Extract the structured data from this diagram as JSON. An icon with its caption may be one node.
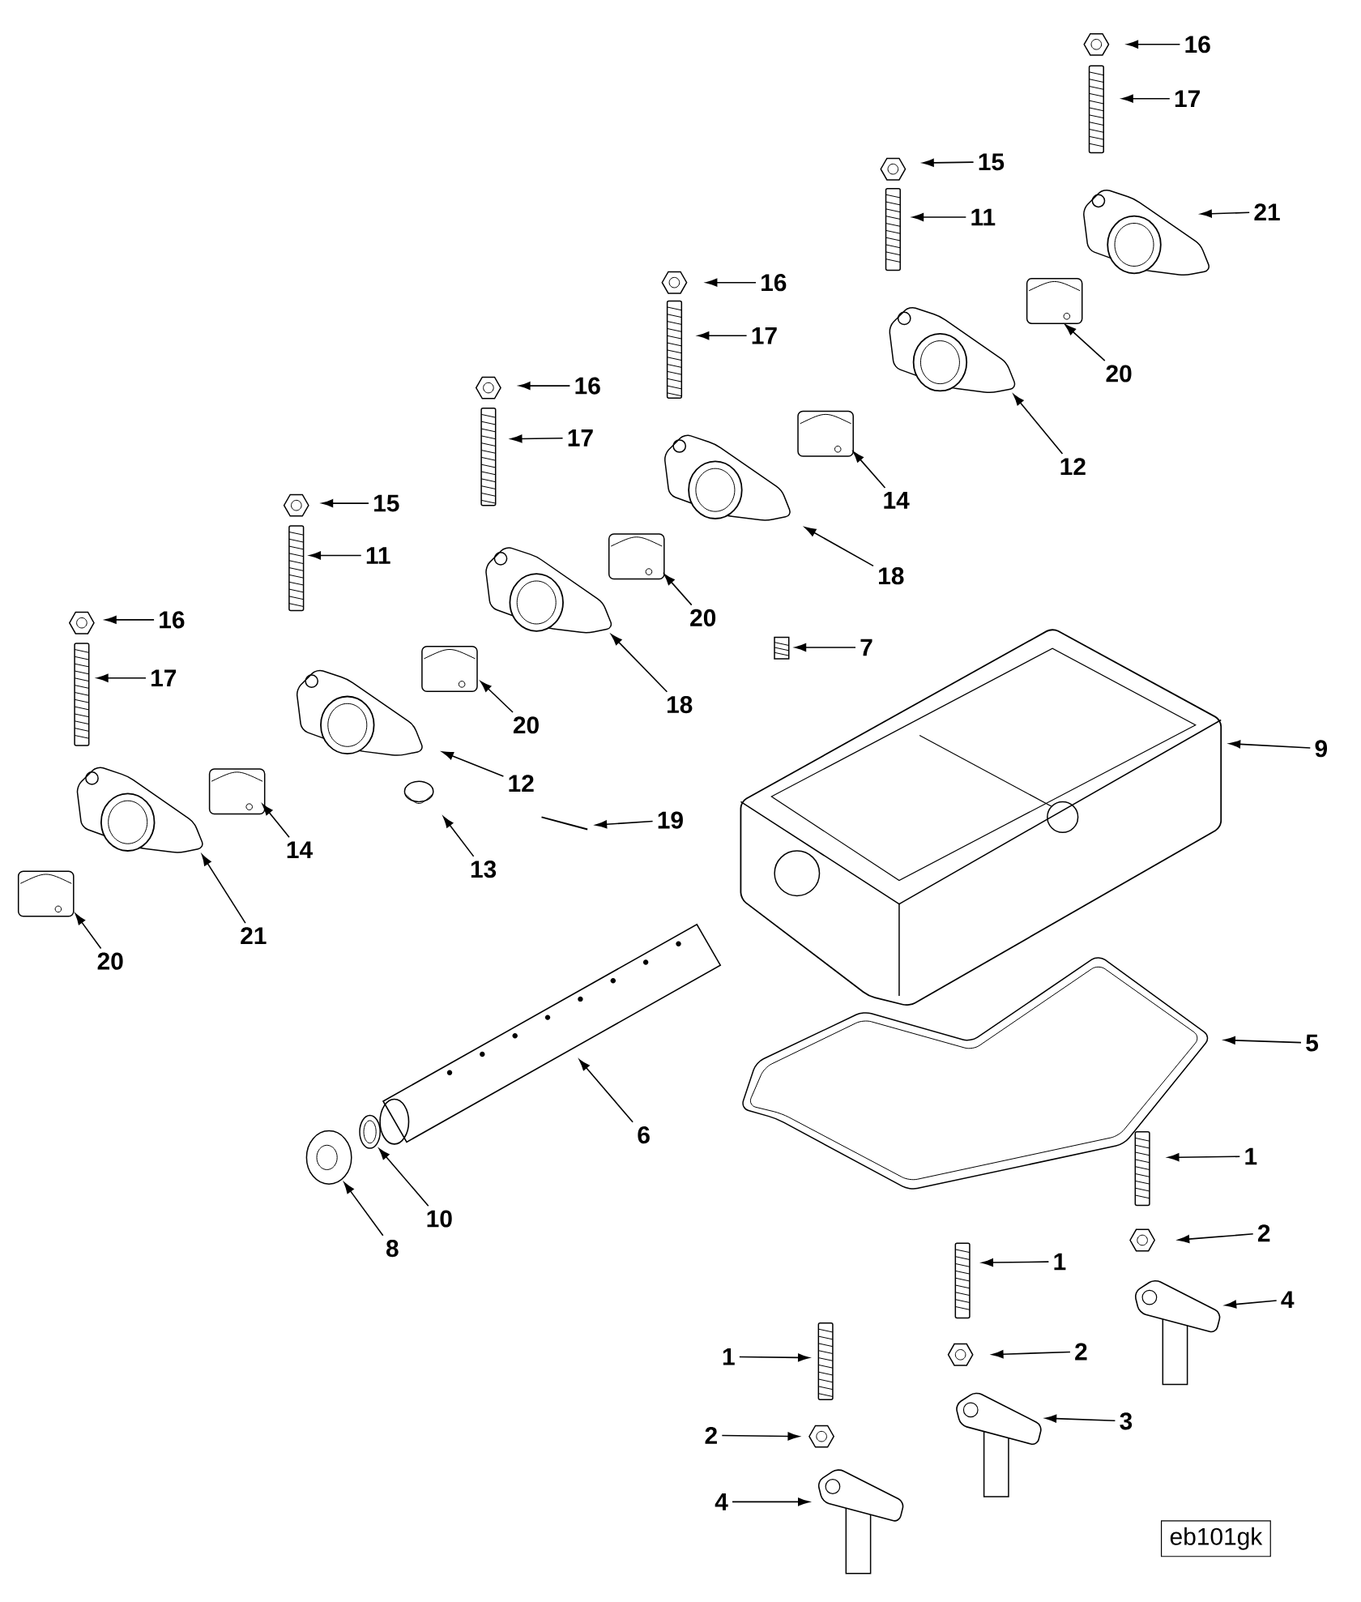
{
  "diagram": {
    "nodes": [
      {
        "text": [
          "16"
        ]
      },
      {
        "text": [
          "17"
        ]
      },
      {
        "text": [
          "15"
        ]
      },
      {
        "text": [
          "11"
        ]
      },
      {
        "text": [
          "21"
        ]
      },
      {
        "text": [
          "16"
        ]
      },
      {
        "text": [
          "17"
        ]
      },
      {
        "text": [
          "20"
        ]
      },
      {
        "text": [
          "12"
        ]
      },
      {
        "text": [
          "16"
        ]
      },
      {
        "text": [
          "17"
        ]
      },
      {
        "text": [
          "14"
        ]
      },
      {
        "text": [
          "18"
        ]
      },
      {
        "text": [
          "15"
        ]
      },
      {
        "text": [
          "11"
        ]
      },
      {
        "text": [
          "20"
        ]
      },
      {
        "text": [
          "7"
        ]
      },
      {
        "text": [
          "16"
        ]
      },
      {
        "text": [
          "17"
        ]
      },
      {
        "text": [
          "20"
        ]
      },
      {
        "text": [
          "18"
        ]
      },
      {
        "text": [
          "9"
        ]
      },
      {
        "text": [
          "12"
        ]
      },
      {
        "text": [
          "19"
        ]
      },
      {
        "text": [
          "14"
        ]
      },
      {
        "text": [
          "13"
        ]
      },
      {
        "text": [
          "21"
        ]
      },
      {
        "text": [
          "20"
        ]
      },
      {
        "text": [
          "5"
        ]
      },
      {
        "text": [
          "6"
        ]
      },
      {
        "text": [
          "10"
        ]
      },
      {
        "text": [
          "8"
        ]
      },
      {
        "text": [
          "1"
        ]
      },
      {
        "text": [
          "2"
        ]
      },
      {
        "text": [
          "1"
        ]
      },
      {
        "text": [
          "4"
        ]
      },
      {
        "text": [
          "1"
        ]
      },
      {
        "text": [
          "2"
        ]
      },
      {
        "text": [
          "3"
        ]
      },
      {
        "text": [
          "2"
        ]
      },
      {
        "text": [
          "4"
        ]
      },
      {
        "text": [
          "eb101gk"
        ]
      },
      {
        "text": [],
        "shape": "picture"
      },
      {
        "text": [],
        "shape": "picture"
      },
      {
        "text": [],
        "shape": "picture"
      },
      {
        "text": [],
        "shape": "picture"
      },
      {
        "text": [],
        "shape": "picture"
      },
      {
        "text": [],
        "shape": "picture"
      },
      {
        "text": [],
        "shape": "picture"
      },
      {
        "text": [],
        "shape": "picture"
      },
      {
        "text": [],
        "shape": "picture"
      },
      {
        "text": [],
        "shape": "picture"
      },
      {
        "text": [],
        "shape": "picture"
      },
      {
        "text": [],
        "shape": "picture"
      },
      {
        "text": [],
        "shape": "picture"
      },
      {
        "text": [],
        "shape": "picture"
      },
      {
        "text": [],
        "shape": "picture"
      },
      {
        "text": [],
        "shape": "picture"
      },
      {
        "text": [],
        "shape": "picture"
      },
      {
        "text": [],
        "shape": "picture"
      },
      {
        "text": [],
        "shape": "picture"
      },
      {
        "text": [],
        "shape": "picture"
      },
      {
        "text": [],
        "shape": "picture"
      },
      {
        "text": [],
        "shape": "picture"
      },
      {
        "text": [],
        "shape": "picture"
      },
      {
        "text": [],
        "shape": "picture"
      },
      {
        "text": [],
        "shape": "picture"
      },
      {
        "text": [],
        "shape": "picture"
      },
      {
        "text": [],
        "shape": "picture"
      },
      {
        "text": [],
        "shape": "picture"
      },
      {
        "text": [],
        "shape": "picture"
      },
      {
        "text": [],
        "shape": "picture"
      },
      {
        "text": [],
        "shape": "picture"
      },
      {
        "text": [],
        "shape": "picture"
      },
      {
        "text": [],
        "shape": "picture"
      },
      {
        "text": [],
        "shape": "picture"
      },
      {
        "text": [],
        "shape": "picture"
      },
      {
        "text": [],
        "shape": "picture"
      },
      {
        "text": [],
        "shape": "picture"
      },
      {
        "text": [],
        "shape": "picture"
      },
      {
        "text": [],
        "shape": "picture"
      },
      {
        "text": [],
        "shape": "picture"
      },
      {
        "text": [],
        "shape": "picture"
      }
    ],
    "edges": [
      {
        "from": 0,
        "to": 42,
        "arrow": "to"
      },
      {
        "from": 1,
        "to": 43,
        "arrow": "to"
      },
      {
        "from": 2,
        "to": 44,
        "arrow": "to"
      },
      {
        "from": 3,
        "to": 45,
        "arrow": "to"
      },
      {
        "from": 4,
        "to": 46,
        "arrow": "to"
      },
      {
        "from": 5,
        "to": 47,
        "arrow": "to"
      },
      {
        "from": 6,
        "to": 48,
        "arrow": "to"
      },
      {
        "from": 7,
        "to": 49,
        "arrow": "to"
      },
      {
        "from": 8,
        "to": 50,
        "arrow": "to"
      },
      {
        "from": 9,
        "to": 51,
        "arrow": "to"
      },
      {
        "from": 10,
        "to": 52,
        "arrow": "to"
      },
      {
        "from": 11,
        "to": 53,
        "arrow": "to"
      },
      {
        "from": 12,
        "to": 54,
        "arrow": "to"
      },
      {
        "from": 13,
        "to": 55,
        "arrow": "to"
      },
      {
        "from": 14,
        "to": 56,
        "arrow": "to"
      },
      {
        "from": 15,
        "to": 57,
        "arrow": "to"
      },
      {
        "from": 16,
        "to": 58,
        "arrow": "to"
      },
      {
        "from": 17,
        "to": 59,
        "arrow": "to"
      },
      {
        "from": 18,
        "to": 60,
        "arrow": "to"
      },
      {
        "from": 19,
        "to": 61,
        "arrow": "to"
      },
      {
        "from": 20,
        "to": 62,
        "arrow": "to"
      },
      {
        "from": 21,
        "to": 63,
        "arrow": "to"
      },
      {
        "from": 22,
        "to": 64,
        "arrow": "to"
      },
      {
        "from": 23,
        "to": 65,
        "arrow": "to"
      },
      {
        "from": 24,
        "to": 66,
        "arrow": "to"
      },
      {
        "from": 25,
        "to": 67,
        "arrow": "to"
      },
      {
        "from": 26,
        "to": 68,
        "arrow": "to"
      },
      {
        "from": 27,
        "to": 69,
        "arrow": "to"
      },
      {
        "from": 28,
        "to": 70,
        "arrow": "to"
      },
      {
        "from": 29,
        "to": 71,
        "arrow": "to"
      },
      {
        "from": 30,
        "to": 72,
        "arrow": "to"
      },
      {
        "from": 31,
        "to": 73,
        "arrow": "to"
      },
      {
        "from": 32,
        "to": 74,
        "arrow": "to"
      },
      {
        "from": 33,
        "to": 75,
        "arrow": "to"
      },
      {
        "from": 34,
        "to": 76,
        "arrow": "to"
      },
      {
        "from": 35,
        "to": 77,
        "arrow": "to"
      },
      {
        "from": 36,
        "to": 78,
        "arrow": "to"
      },
      {
        "from": 37,
        "to": 79,
        "arrow": "to"
      },
      {
        "from": 38,
        "to": 80,
        "arrow": "to"
      },
      {
        "from": 39,
        "to": 81,
        "arrow": "to"
      },
      {
        "from": 40,
        "to": 82,
        "arrow": "to"
      }
    ]
  }
}
